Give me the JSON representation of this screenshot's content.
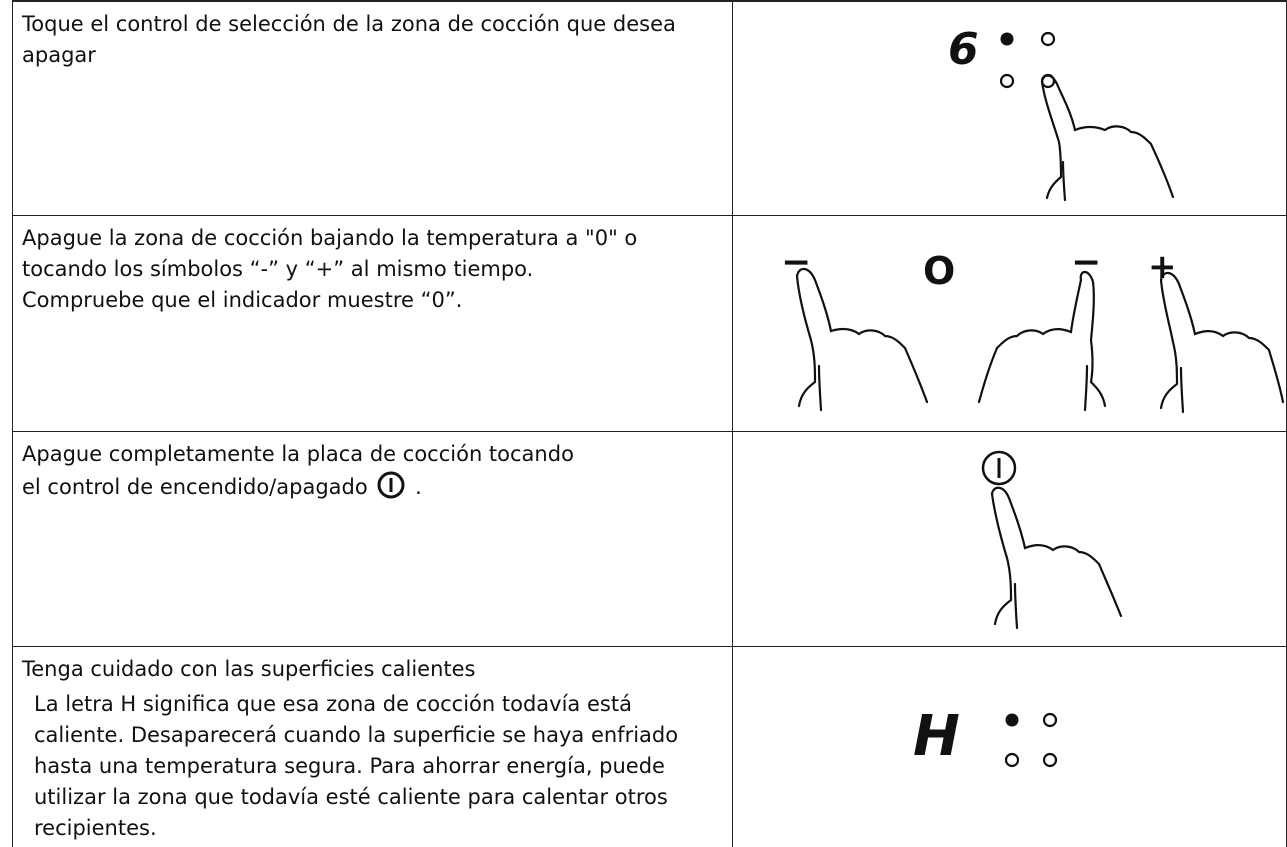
{
  "rows": [
    {
      "text": "Toque el control de selección de la zona de cocción que desea apagar",
      "illustration": {
        "display_digit": "6",
        "indicator_dots": [
          "filled",
          "empty",
          "empty",
          "empty"
        ],
        "icon": "touching-finger-icon"
      }
    },
    {
      "text_lines": [
        "Apague la zona de cocción bajando la temperatura a \"0\" o",
        "tocando los símbolos “-” y “+” al mismo tiempo.",
        "Compruebe que el indicador muestre “0”."
      ],
      "illustration": {
        "minus_symbol": "−",
        "zero_display": "O",
        "minus_symbol_2": "−",
        "plus_symbol": "+",
        "icon": "touching-finger-icon"
      }
    },
    {
      "text_before_icon": "Apague completamente la placa de cocción tocando el control de encendido/apagado",
      "text_after_icon": ".",
      "inline_icon": "power-button-icon",
      "illustration": {
        "icon": "power-button-icon"
      }
    },
    {
      "heading": "Tenga cuidado con las superficies calientes",
      "body": "La letra H significa que esa zona de cocción todavía está caliente. Desaparecerá cuando la superficie se haya enfriado hasta una temperatura segura. Para ahorrar energía, puede utilizar la zona que todavía esté caliente para calentar otros recipientes.",
      "illustration": {
        "display_letter": "H",
        "indicator_dots": [
          "filled",
          "empty",
          "empty",
          "empty"
        ]
      }
    }
  ]
}
